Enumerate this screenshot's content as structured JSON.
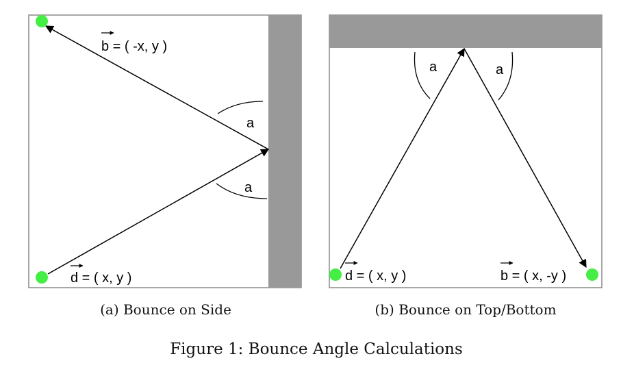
{
  "panel_a": {
    "caption": "(a) Bounce on Side",
    "incoming_label": "d = ( x, y )",
    "outgoing_label": "b = ( -x, y )",
    "angle_label_top": "a",
    "angle_label_bottom": "a"
  },
  "panel_b": {
    "caption": "(b) Bounce on Top/Bottom",
    "incoming_label": "d = ( x, y )",
    "outgoing_label": "b = ( x, -y )",
    "angle_label_left": "a",
    "angle_label_right": "a"
  },
  "figure_caption": "Figure 1: Bounce Angle Calculations",
  "colors": {
    "wall": "#999999",
    "ball": "#44ee44",
    "line": "#000000",
    "frame": "#8a8a8a"
  }
}
